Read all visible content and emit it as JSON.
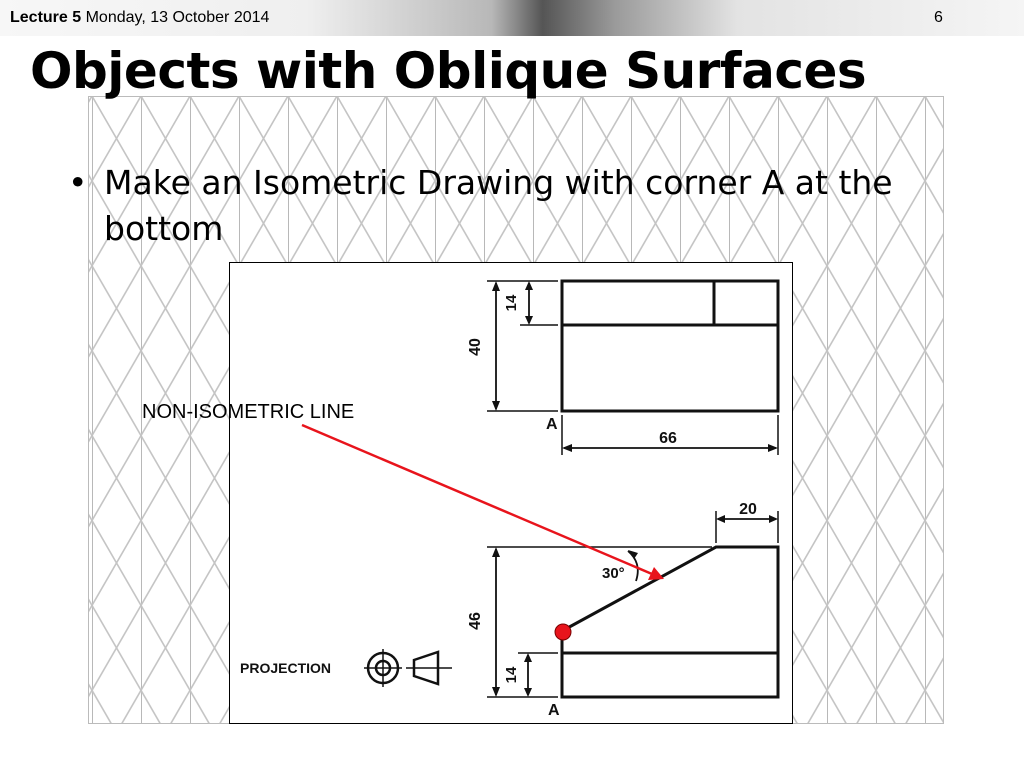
{
  "header": {
    "lecture_label": "Lecture 5",
    "date": "Monday, 13 October 2014",
    "page_number": "6"
  },
  "title": "Objects with Oblique Surfaces",
  "bullets": [
    {
      "text": "Make an Isometric Drawing with corner A at the bottom"
    }
  ],
  "drawing": {
    "front_view": {
      "dim_height_total": "40",
      "dim_height_top": "14",
      "dim_width": "66",
      "corner_label": "A"
    },
    "side_view": {
      "dim_top_width": "20",
      "dim_height_total": "46",
      "dim_height_bottom": "14",
      "angle_label": "30°",
      "corner_label": "A"
    },
    "projection_label": "PROJECTION"
  },
  "annotation": {
    "label": "NON-ISOMETRIC LINE",
    "arrow_color": "#e8141c",
    "marker_color": "#e8141c"
  }
}
